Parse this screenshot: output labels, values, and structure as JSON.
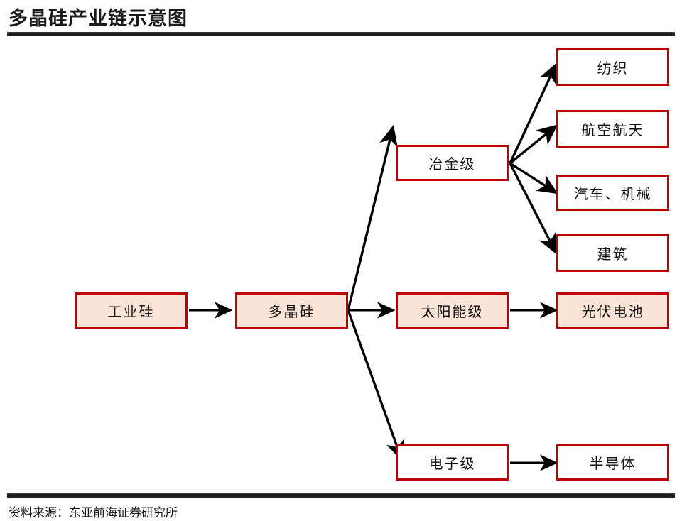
{
  "header": {
    "title": "多晶硅产业链示意图"
  },
  "footer": {
    "source": "资料来源：东亚前海证券研究所"
  },
  "colors": {
    "box_border": "#C00000",
    "box_fill_highlight": "#FAE3D7",
    "box_fill_plain": "#FFFFFF",
    "arrow": "#000000",
    "rule": "#231F20"
  },
  "chart_data": {
    "type": "diagram",
    "title": "多晶硅产业链示意图",
    "subtitle": "",
    "xlabel": "",
    "ylabel": "",
    "nodes": [
      {
        "id": "industrial_silicon",
        "label": "工业硅",
        "column": 1,
        "fill": "highlight"
      },
      {
        "id": "polysilicon",
        "label": "多晶硅",
        "column": 2,
        "fill": "highlight"
      },
      {
        "id": "metallurgical",
        "label": "冶金级",
        "column": 3,
        "fill": "plain"
      },
      {
        "id": "solar_grade",
        "label": "太阳能级",
        "column": 3,
        "fill": "highlight"
      },
      {
        "id": "electronic_grade",
        "label": "电子级",
        "column": 3,
        "fill": "plain"
      },
      {
        "id": "textile",
        "label": "纺织",
        "column": 4,
        "fill": "plain"
      },
      {
        "id": "aerospace",
        "label": "航空航天",
        "column": 4,
        "fill": "plain"
      },
      {
        "id": "auto_machinery",
        "label": "汽车、机械",
        "column": 4,
        "fill": "plain"
      },
      {
        "id": "construction",
        "label": "建筑",
        "column": 4,
        "fill": "plain"
      },
      {
        "id": "pv_cell",
        "label": "光伏电池",
        "column": 4,
        "fill": "highlight"
      },
      {
        "id": "semiconductor",
        "label": "半导体",
        "column": 4,
        "fill": "plain"
      }
    ],
    "edges": [
      {
        "from": "industrial_silicon",
        "to": "polysilicon",
        "style": "straight"
      },
      {
        "from": "polysilicon",
        "to": "metallurgical",
        "style": "diagonal"
      },
      {
        "from": "polysilicon",
        "to": "solar_grade",
        "style": "straight"
      },
      {
        "from": "polysilicon",
        "to": "electronic_grade",
        "style": "diagonal"
      },
      {
        "from": "metallurgical",
        "to": "textile",
        "style": "diagonal"
      },
      {
        "from": "metallurgical",
        "to": "aerospace",
        "style": "diagonal"
      },
      {
        "from": "metallurgical",
        "to": "auto_machinery",
        "style": "diagonal"
      },
      {
        "from": "metallurgical",
        "to": "construction",
        "style": "diagonal"
      },
      {
        "from": "solar_grade",
        "to": "pv_cell",
        "style": "straight"
      },
      {
        "from": "electronic_grade",
        "to": "semiconductor",
        "style": "straight"
      }
    ],
    "legend": []
  }
}
